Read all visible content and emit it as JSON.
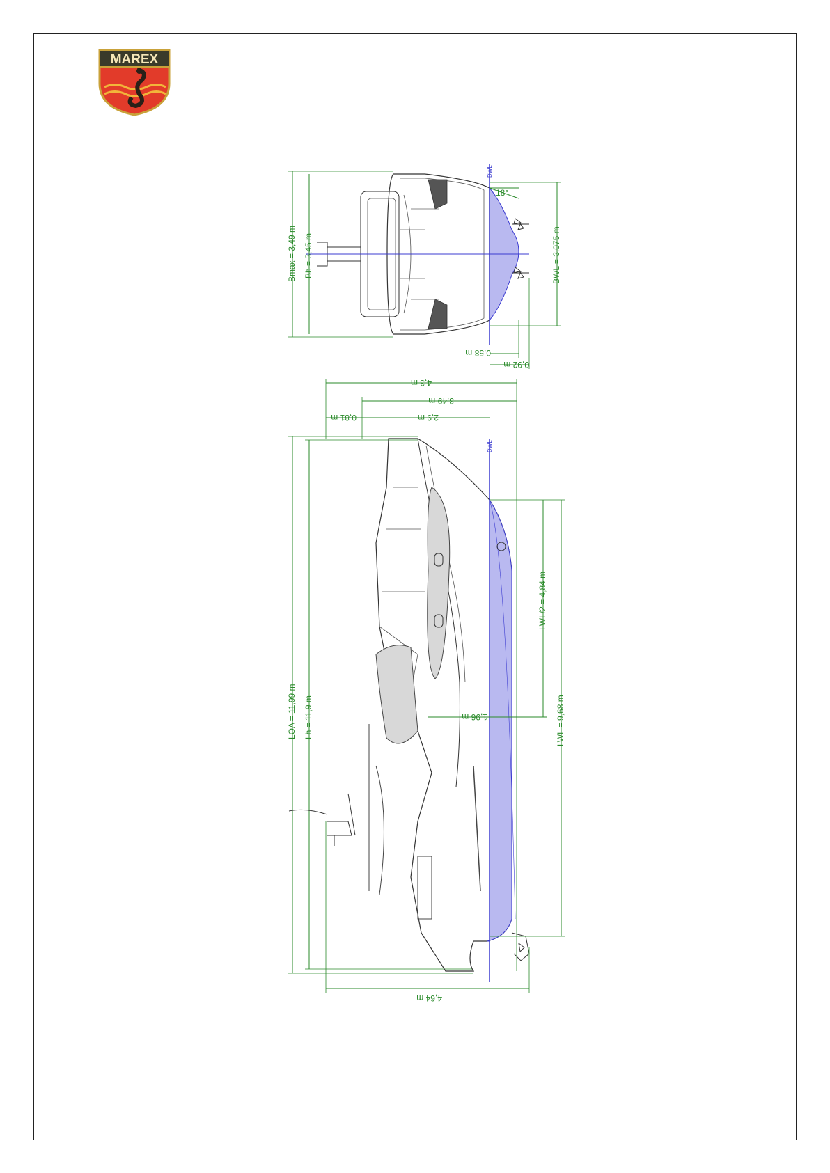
{
  "brand": {
    "name": "MAREX",
    "colors": {
      "shield_red": "#e23b2a",
      "shield_gold": "#c9a23a",
      "band_dark": "#3a3a2a",
      "text": "#f5e6b8"
    }
  },
  "colors": {
    "dimension": "#2a8a2a",
    "waterline": "#3b3bd0",
    "underwater_fill": "#b9b9f0",
    "hull_line": "#333333"
  },
  "front_view": {
    "waterline_label": "DWL",
    "deadrise_angle": "18°",
    "bmax": "Bmax = 3,49 m",
    "bh": "Bh = 3,45 m",
    "bwl": "BWL = 3,075 m",
    "draft_hull": "0,58 m",
    "draft_total": "0,92 m"
  },
  "side_view": {
    "waterline_label": "DWL",
    "height_total": "4,3 m",
    "height_3_49": "3,49 m",
    "height_2_9": "2,9 m",
    "height_0_81": "0,81 m",
    "loa": "LOA = 11,99 m",
    "lh": "Lh = 11,9 m",
    "lwl_half": "LWL/2 = 4,84 m",
    "lwl": "LWL = 9,68 m",
    "freeboard_mid": "1,96 m",
    "overall_height": "4,64 m"
  }
}
